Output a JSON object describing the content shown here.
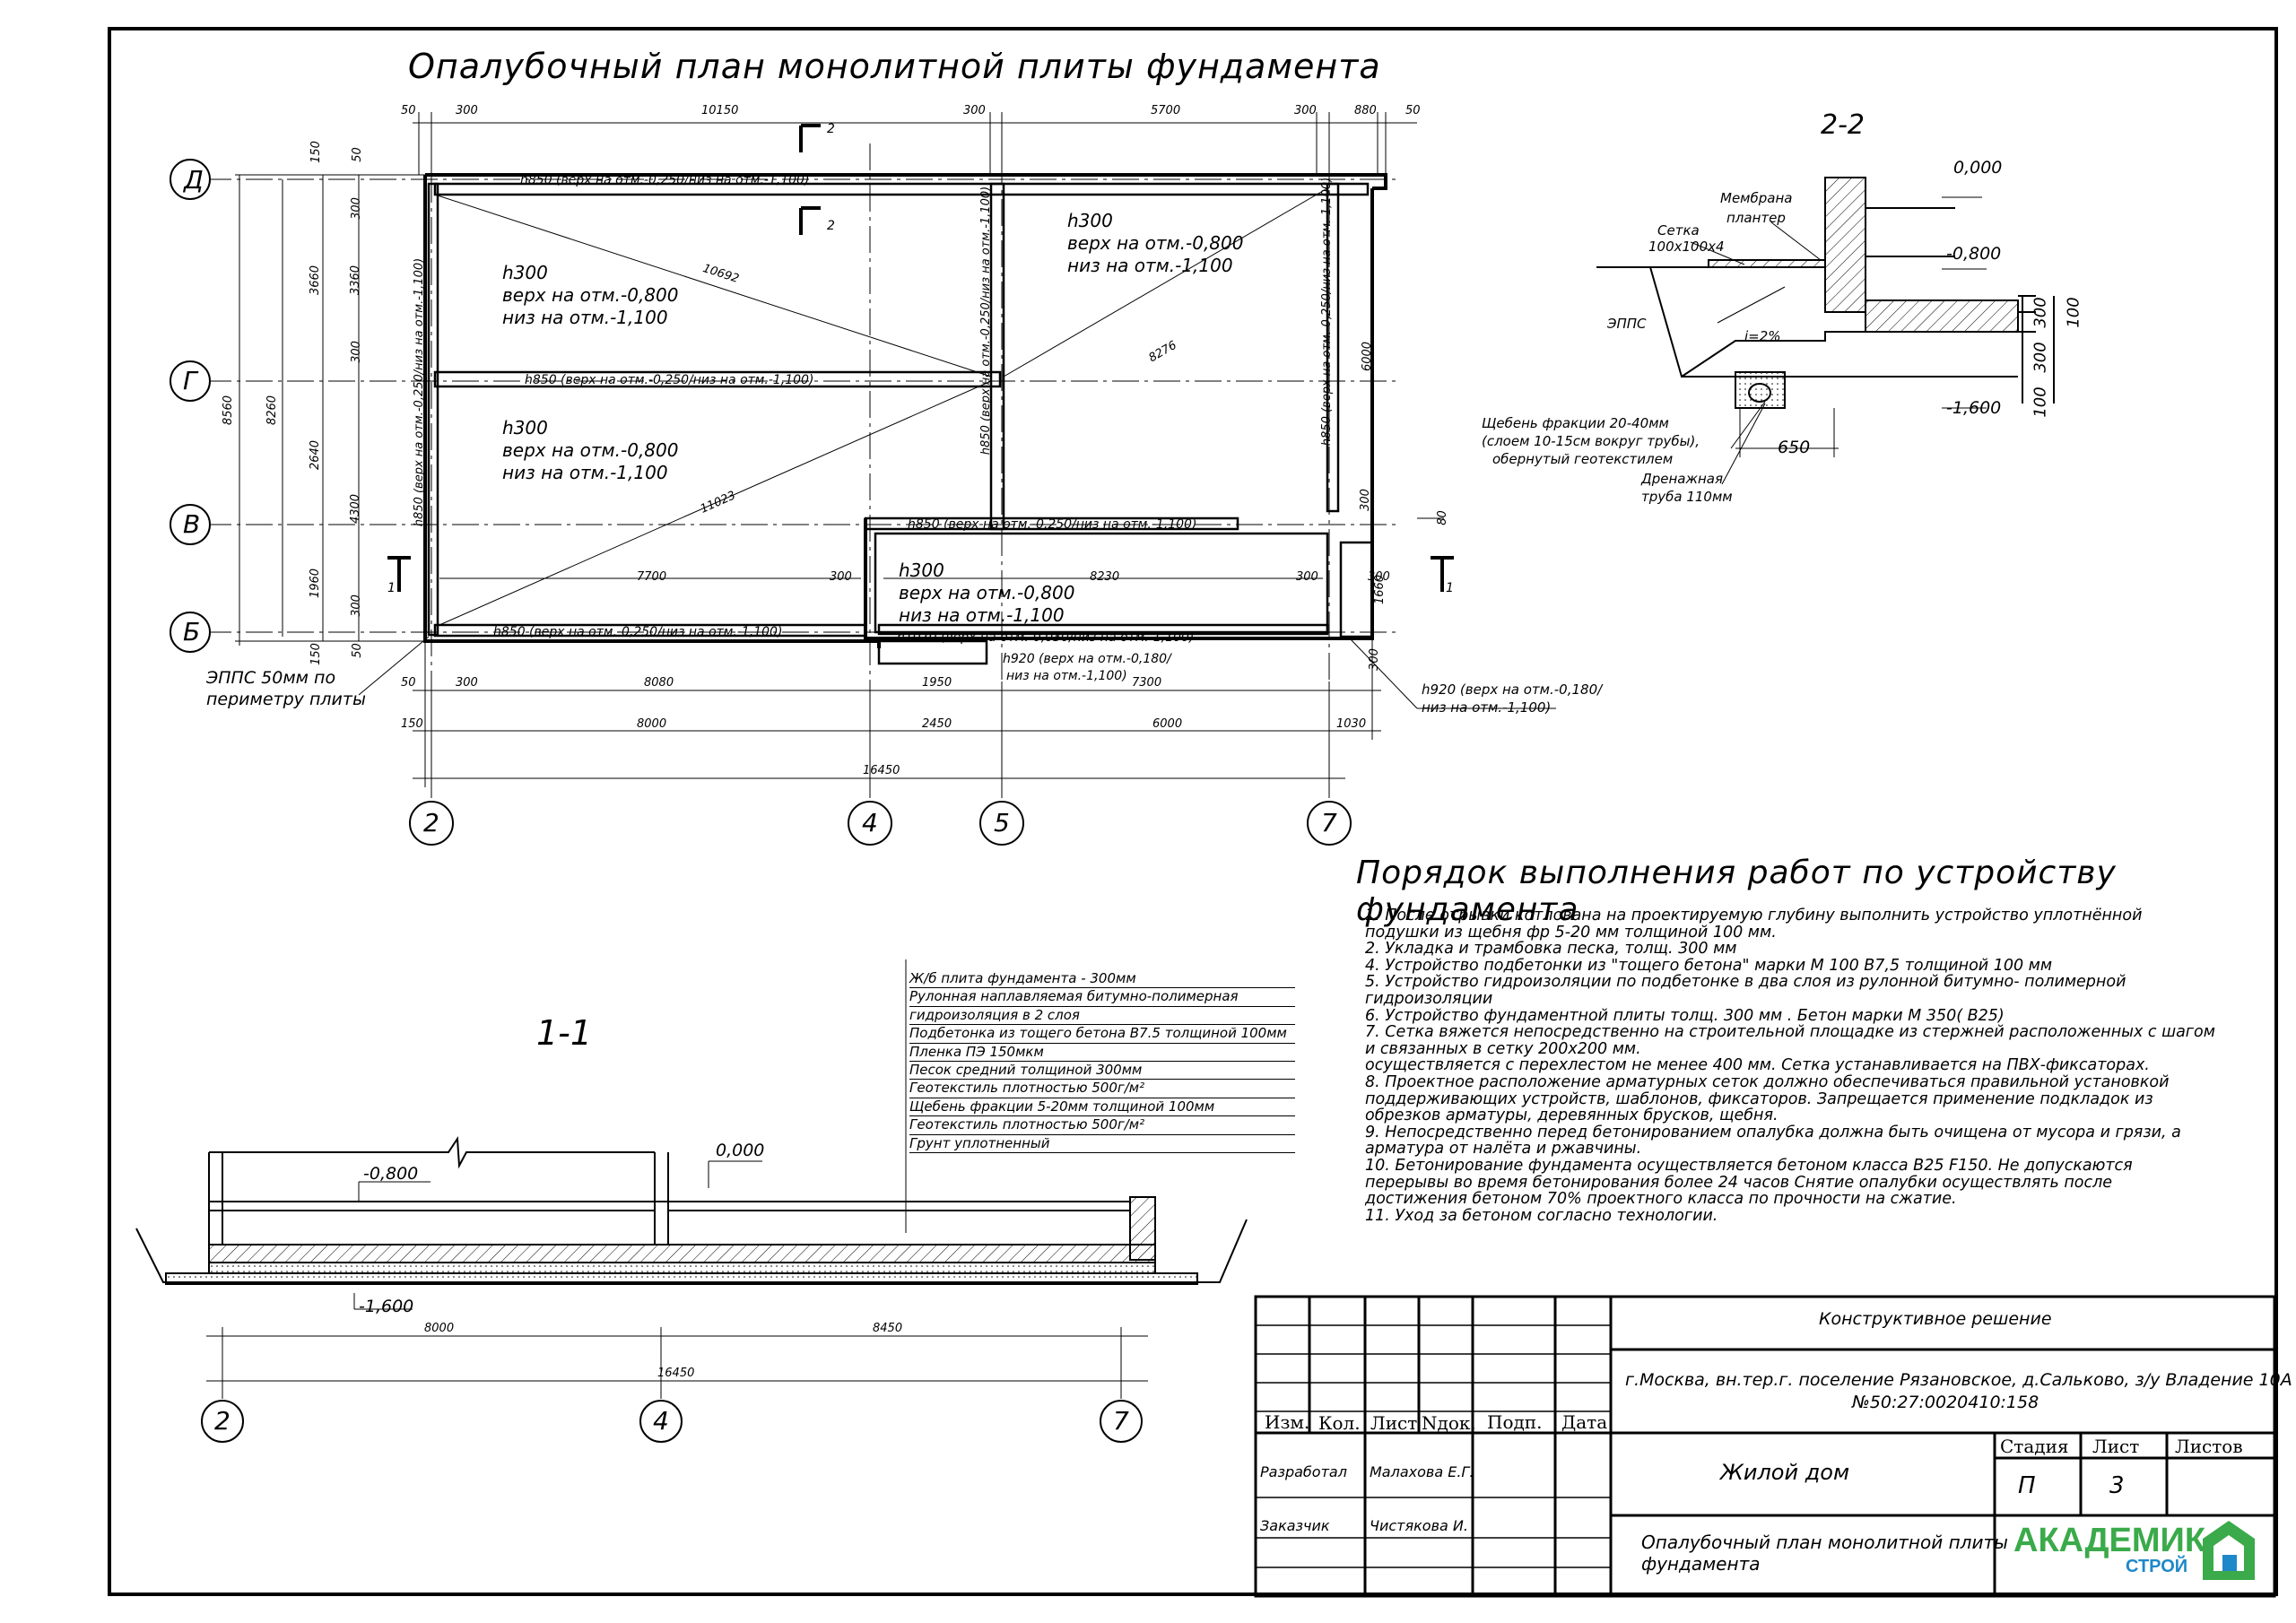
{
  "titles": {
    "main": "Опалубочный план монолитной плиты фундамента",
    "order": "Порядок выполнения работ по устройству фундамента",
    "section11": "1-1",
    "section22": "2-2"
  },
  "notes": [
    "1. После отрывки котлована на проектируемую глубину выполнить устройство уплотнённой подушки из щебня фр 5-20 мм толщиной 100 мм.",
    "2. Укладка и трамбовка песка, толщ. 300 мм",
    "4. Устройство подбетонки из \"тощего бетона\" марки М 100 В7,5 толщиной 100 мм",
    "5. Устройство гидроизоляции по подбетонке в два слоя из рулонной битумно- полимерной гидроизоляции",
    "6. Устройство фундаментной плиты толщ. 300 мм . Бетон марки М 350( В25)",
    "7. Сетка вяжется непосредственно на строительной площадке из стержней расположенных с шагом и связанных в сетку 200х200 мм.",
    "осуществляется с перехлестом не менее 400 мм. Сетка устанавливается на ПВХ-фиксаторах.",
    "8. Проектное расположение арматурных сеток должно обеспечиваться правильной установкой поддерживающих устройств, шаблонов, фиксаторов. Запрещается применение подкладок из обрезков арматуры, деревянных брусков, щебня.",
    "9. Непосредственно перед бетонированием опалубка должна быть очищена от мусора и грязи, а арматура от налёта и ржавчины.",
    "10. Бетонирование фундамента осуществляется бетоном класса В25 F150. Не допускаются перерывы во время бетонирования более 24 часов Снятие опалубки осуществлять после достижения бетоном 70% проектного класса по прочности на сжатие.",
    "11. Уход за бетоном согласно технологии."
  ],
  "layers": [
    "Ж/б плита фундамента - 300мм",
    "Рулонная наплавляемая битумно-полимерная",
    "гидроизоляция в 2 слоя",
    "Подбетонка из тощего бетона В7.5 толщиной 100мм",
    "Пленка ПЭ 150мкм",
    "Песок средний толщиной 300мм",
    "Геотекстиль плотностью 500г/м²",
    "Щебень фракции 5-20мм толщиной 100мм",
    "Геотекстиль плотностью 500г/м²",
    "Грунт уплотненный"
  ],
  "plan": {
    "axes_rows": [
      "Д",
      "Г",
      "В",
      "Б"
    ],
    "axes_cols": [
      "2",
      "4",
      "5",
      "7"
    ],
    "top_dims": [
      "50",
      "300",
      "10150",
      "300",
      "5700",
      "300",
      "880",
      "50"
    ],
    "left_dims_outer": [
      "8560"
    ],
    "left_dims_mid": [
      "8260"
    ],
    "left_dims_inner": [
      "3660",
      "2640",
      "4300",
      "1960"
    ],
    "left_dims_inner2": [
      "300",
      "3360",
      "300",
      "300"
    ],
    "left_small": [
      "150",
      "50",
      "50",
      "150"
    ],
    "bottom_dims1": [
      "50",
      "300",
      "8080",
      "1950",
      "7300"
    ],
    "bottom_dims2": [
      "150",
      "8000",
      "2450",
      "6000",
      "1030"
    ],
    "bottom_total": "16450",
    "slab_top_left": [
      "h300",
      "верх на отм.-0,800",
      "низ на отм.-1,100"
    ],
    "slab_top_right": [
      "h300",
      "верх на отм.-0,800",
      "низ на отм.-1,100"
    ],
    "slab_mid_left": [
      "h300",
      "верх на отм.-0,800",
      "низ на отм.-1,100"
    ],
    "slab_bottom_right": [
      "h300",
      "верх на отм.-0,800",
      "низ на отм.-1,100"
    ],
    "beams": {
      "d": "h850 (верх на отм.-0,250/низ на отм.-1,100)",
      "g": "h850 (верх на отм.-0,250/низ на отм.-1,100)",
      "v": "h850 (верх на отм.-0,250/низ на отм.-1,100)",
      "b": "h850 (верх на отм.-0,250/низ на отм.-1,100)",
      "b2": "h1070 (верх на отм.-0,030/низ на отм.-1,100)",
      "h920a_1": "h920 (верх на отм.-0,180/",
      "h920a_2": "низ на отм.-1,100)",
      "h920b_1": "h920 (верх на отм.-0,180/",
      "h920b_2": "низ на отм.-1,100)"
    },
    "diagonals": [
      "10692",
      "8276",
      "11023"
    ],
    "inner_dims": [
      "7700",
      "300",
      "8230",
      "300",
      "300",
      "1660",
      "300",
      "80",
      "6000",
      "300"
    ],
    "eps_1": "ЭППС 50мм по",
    "eps_2": "периметру плиты",
    "cut_marks": [
      "2",
      "2",
      "1",
      "1"
    ]
  },
  "section22_labels": {
    "zero": "0,000",
    "m800": "-0,800",
    "m1600": "-1,600",
    "membrane1": "Мембрана",
    "membrane2": "плантер",
    "mesh1": "Сетка",
    "mesh2": "100х100х4",
    "epps": "ЭППС",
    "slope": "i=2%",
    "gravel1": "Щебень фракции 20-40мм",
    "gravel2": "(слоем 10-15см вокруг трубы),",
    "gravel3": "обернутый геотекстилем",
    "drain1": "Дренажная",
    "drain2": "труба 110мм",
    "d650": "650",
    "d300a": "300",
    "d300b": "300",
    "d100a": "100",
    "d100b": "100"
  },
  "section11_labels": {
    "zero": "0,000",
    "m800": "-0,800",
    "m1600": "-1,600",
    "d8000": "8000",
    "d8450": "8450",
    "d16450": "16450",
    "axes": [
      "2",
      "4",
      "7"
    ]
  },
  "title_block": {
    "headers": [
      "Изм.",
      "Кол.",
      "Лист",
      "Nдок.",
      "Подп.",
      "Дата"
    ],
    "developer_label": "Разработал",
    "developer_name": "Малахова Е.Г.",
    "customer_label": "Заказчик",
    "customer_name": "Чистякова И.",
    "section": "Конструктивное решение",
    "address1": "г.Москва, вн.тер.г. поселение Рязановское, д.Сальково, з/у Владение 10А",
    "address2": "№50:27:0020410:158",
    "object": "Жилой дом",
    "stage_label": "Стадия",
    "sheet_label": "Лист",
    "sheets_label": "Листов",
    "stage": "П",
    "sheet": "3",
    "sheets": "",
    "drawing_1": "Опалубочный план монолитной плиты",
    "drawing_2": "фундамента",
    "logo_main": "АКАДЕМИК",
    "logo_sub": "СТРОЙ"
  },
  "colors": {
    "logo_green": "#3aaa4a",
    "logo_blue": "#1e88c8"
  }
}
